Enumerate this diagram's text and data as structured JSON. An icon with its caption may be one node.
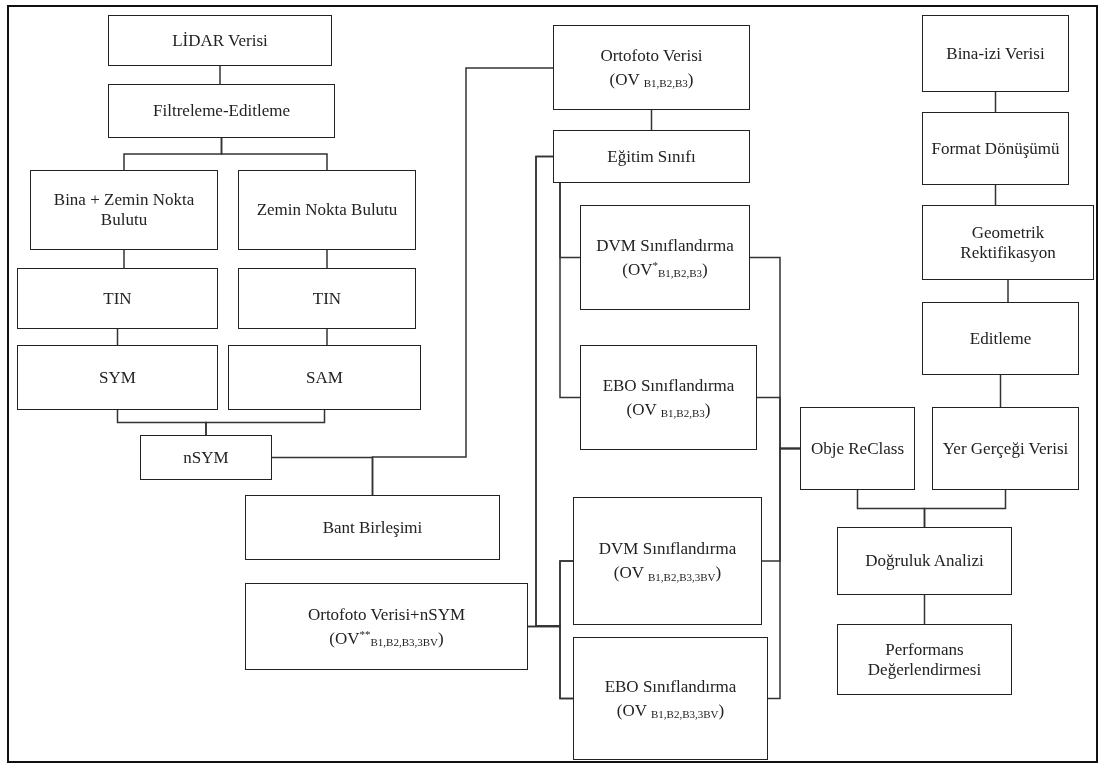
{
  "diagram": {
    "nodes": [
      {
        "text": [
          "LİDAR Verisi"
        ]
      },
      {
        "text": [
          "Filtreleme-Editleme"
        ]
      },
      {
        "text": [
          "Bina + Zemin Nokta Bulutu"
        ]
      },
      {
        "text": [
          "Zemin Nokta Bulutu"
        ]
      },
      {
        "text": [
          "TIN"
        ]
      },
      {
        "text": [
          "TIN"
        ]
      },
      {
        "text": [
          "SYM"
        ]
      },
      {
        "text": [
          "SAM"
        ]
      },
      {
        "text": [
          "nSYM"
        ]
      },
      {
        "text": [
          "Ortofoto Verisi",
          "(OV $_{B1,B2,B3}$)"
        ]
      },
      {
        "text": [
          "Eğitim Sınıfı"
        ]
      },
      {
        "text": [
          "DVM Sınıflandırma",
          "(OV$^{*}$$_{B1,B2,B3}$)"
        ]
      },
      {
        "text": [
          "EBO Sınıflandırma",
          "(OV $_{B1,B2,B3}$)"
        ]
      },
      {
        "text": [
          "Bant Birleşimi"
        ]
      },
      {
        "text": [
          "Ortofoto Verisi+nSYM",
          "(OV$^{**}$$_{B1,B2,B3,3BV}$)"
        ]
      },
      {
        "text": [
          "DVM Sınıflandırma",
          "(OV $_{B1,B2,B3,3BV}$)"
        ]
      },
      {
        "text": [
          "EBO Sınıflandırma",
          "(OV $_{B1,B2,B3,3BV}$)"
        ]
      },
      {
        "text": [
          "Bina-izi Verisi"
        ]
      },
      {
        "text": [
          "Format Dönüşümü"
        ]
      },
      {
        "text": [
          "Geometrik Rektifikasyon"
        ]
      },
      {
        "text": [
          "Editleme"
        ]
      },
      {
        "text": [
          "Obje ReClass"
        ]
      },
      {
        "text": [
          "Yer Gerçeği Verisi"
        ]
      },
      {
        "text": [
          "Doğruluk Analizi"
        ]
      },
      {
        "text": [
          "Performans Değerlendirmesi"
        ]
      }
    ],
    "edges": [
      {
        "from": 0,
        "to": 1,
        "arrow": "none"
      },
      {
        "from": 1,
        "to": 2,
        "arrow": "none"
      },
      {
        "from": 1,
        "to": 3,
        "arrow": "none"
      },
      {
        "from": 2,
        "to": 4,
        "arrow": "none"
      },
      {
        "from": 3,
        "to": 5,
        "arrow": "none"
      },
      {
        "from": 4,
        "to": 6,
        "arrow": "none"
      },
      {
        "from": 5,
        "to": 7,
        "arrow": "none"
      },
      {
        "from": 6,
        "to": 8,
        "arrow": "none"
      },
      {
        "from": 7,
        "to": 8,
        "arrow": "none"
      },
      {
        "from": 8,
        "to": 13,
        "arrow": "none"
      },
      {
        "from": 9,
        "to": 13,
        "arrow": "none"
      },
      {
        "from": 9,
        "to": 10,
        "arrow": "none"
      },
      {
        "from": 10,
        "to": 11,
        "arrow": "none"
      },
      {
        "from": 10,
        "to": 12,
        "arrow": "none"
      },
      {
        "from": 10,
        "to": 15,
        "arrow": "none"
      },
      {
        "from": 10,
        "to": 16,
        "arrow": "none"
      },
      {
        "from": 14,
        "to": 15,
        "arrow": "none"
      },
      {
        "from": 14,
        "to": 16,
        "arrow": "none"
      },
      {
        "from": 11,
        "to": 21,
        "arrow": "none"
      },
      {
        "from": 12,
        "to": 21,
        "arrow": "none"
      },
      {
        "from": 15,
        "to": 21,
        "arrow": "none"
      },
      {
        "from": 16,
        "to": 21,
        "arrow": "none"
      },
      {
        "from": 17,
        "to": 18,
        "arrow": "none"
      },
      {
        "from": 18,
        "to": 19,
        "arrow": "none"
      },
      {
        "from": 19,
        "to": 20,
        "arrow": "none"
      },
      {
        "from": 20,
        "to": 22,
        "arrow": "none"
      },
      {
        "from": 21,
        "to": 23,
        "arrow": "none"
      },
      {
        "from": 22,
        "to": 23,
        "arrow": "none"
      },
      {
        "from": 23,
        "to": 24,
        "arrow": "none"
      }
    ]
  }
}
